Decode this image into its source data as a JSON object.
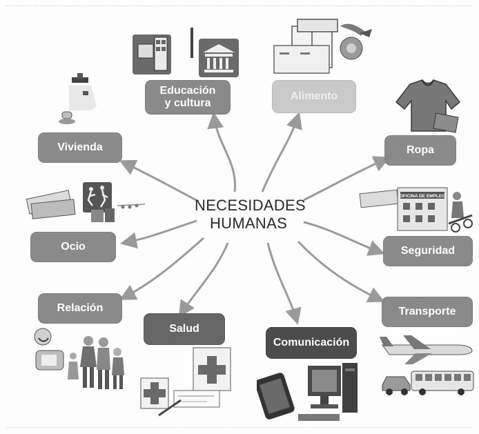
{
  "center": {
    "line1": "NECESIDADES",
    "line2": "HUMANAS"
  },
  "needs": [
    {
      "id": "educacion",
      "label": "Educación\ny cultura"
    },
    {
      "id": "alimento",
      "label": "Alimento"
    },
    {
      "id": "vivienda",
      "label": "Vivienda"
    },
    {
      "id": "ropa",
      "label": "Ropa"
    },
    {
      "id": "ocio",
      "label": "Ocio"
    },
    {
      "id": "seguridad",
      "label": "Seguridad"
    },
    {
      "id": "relacion",
      "label": "Relación"
    },
    {
      "id": "transporte",
      "label": "Transporte"
    },
    {
      "id": "salud",
      "label": "Salud"
    },
    {
      "id": "comunicacion",
      "label": "Comunicación"
    }
  ],
  "illustration_text": {
    "oficina": "OFICINA DE EMPLEO"
  },
  "colors": {
    "pill": "#8a8a8a",
    "pill_dark": "#4c4c4c",
    "arrow": "#9a9a9a",
    "text": "#2a2a2a"
  }
}
